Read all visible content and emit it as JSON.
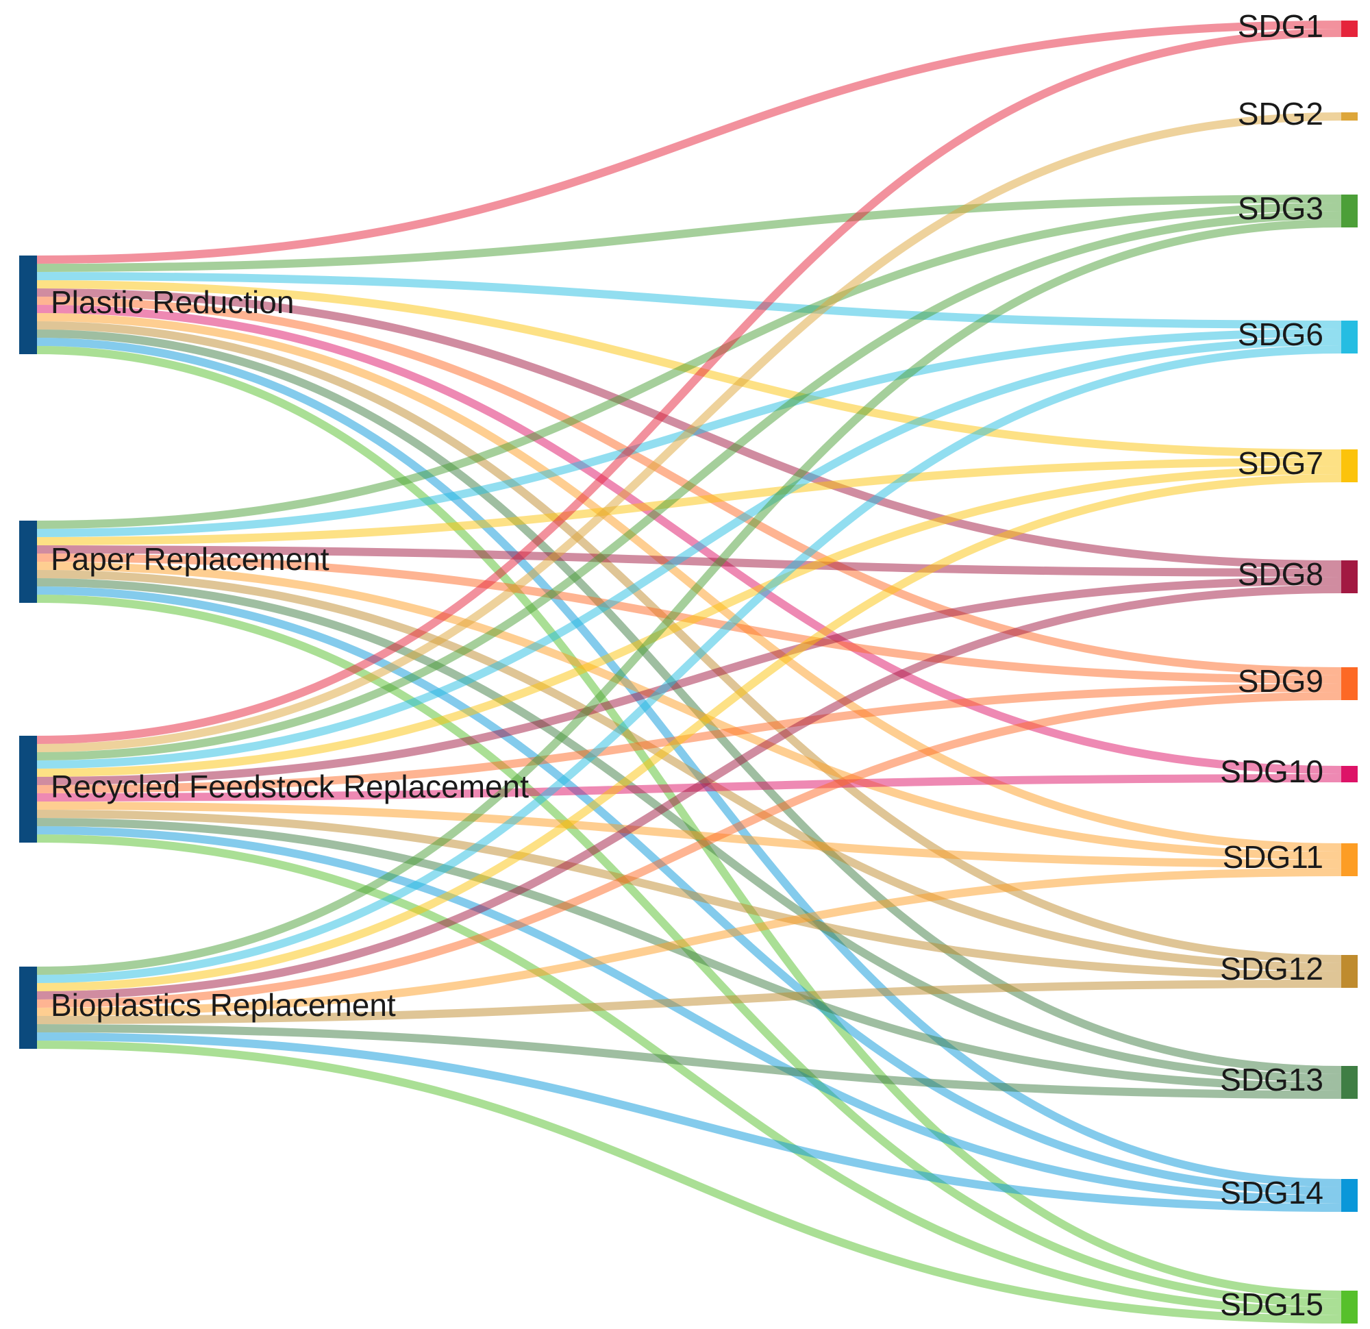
{
  "chart_data": {
    "type": "sankey",
    "sources": [
      {
        "id": "plastic",
        "label": "Plastic Reduction",
        "color": "#0b4a7d"
      },
      {
        "id": "paper",
        "label": "Paper Replacement",
        "color": "#0b4a7d"
      },
      {
        "id": "recycled",
        "label": "Recycled Feedstock Replacement",
        "color": "#0b4a7d"
      },
      {
        "id": "bioplastics",
        "label": "Bioplastics Replacement",
        "color": "#0b4a7d"
      }
    ],
    "targets": [
      {
        "id": "SDG1",
        "label": "SDG1",
        "color": "#e5243b"
      },
      {
        "id": "SDG2",
        "label": "SDG2",
        "color": "#dda63a"
      },
      {
        "id": "SDG3",
        "label": "SDG3",
        "color": "#4c9f38"
      },
      {
        "id": "SDG6",
        "label": "SDG6",
        "color": "#26bde2"
      },
      {
        "id": "SDG7",
        "label": "SDG7",
        "color": "#fcc30b"
      },
      {
        "id": "SDG8",
        "label": "SDG8",
        "color": "#a21942"
      },
      {
        "id": "SDG9",
        "label": "SDG9",
        "color": "#fd6925"
      },
      {
        "id": "SDG10",
        "label": "SDG10",
        "color": "#dd1367"
      },
      {
        "id": "SDG11",
        "label": "SDG11",
        "color": "#fd9d24"
      },
      {
        "id": "SDG12",
        "label": "SDG12",
        "color": "#bf8b2e"
      },
      {
        "id": "SDG13",
        "label": "SDG13",
        "color": "#3f7e44"
      },
      {
        "id": "SDG14",
        "label": "SDG14",
        "color": "#0a97d9"
      },
      {
        "id": "SDG15",
        "label": "SDG15",
        "color": "#56c02b"
      }
    ],
    "links": [
      {
        "source": "plastic",
        "target": "SDG1",
        "value": 1
      },
      {
        "source": "plastic",
        "target": "SDG3",
        "value": 1
      },
      {
        "source": "plastic",
        "target": "SDG6",
        "value": 1
      },
      {
        "source": "plastic",
        "target": "SDG7",
        "value": 1
      },
      {
        "source": "plastic",
        "target": "SDG8",
        "value": 1
      },
      {
        "source": "plastic",
        "target": "SDG9",
        "value": 1
      },
      {
        "source": "plastic",
        "target": "SDG10",
        "value": 1
      },
      {
        "source": "plastic",
        "target": "SDG11",
        "value": 1
      },
      {
        "source": "plastic",
        "target": "SDG12",
        "value": 1
      },
      {
        "source": "plastic",
        "target": "SDG13",
        "value": 1
      },
      {
        "source": "plastic",
        "target": "SDG14",
        "value": 1
      },
      {
        "source": "plastic",
        "target": "SDG15",
        "value": 1
      },
      {
        "source": "paper",
        "target": "SDG3",
        "value": 1
      },
      {
        "source": "paper",
        "target": "SDG6",
        "value": 1
      },
      {
        "source": "paper",
        "target": "SDG7",
        "value": 1
      },
      {
        "source": "paper",
        "target": "SDG8",
        "value": 1
      },
      {
        "source": "paper",
        "target": "SDG9",
        "value": 1
      },
      {
        "source": "paper",
        "target": "SDG11",
        "value": 1
      },
      {
        "source": "paper",
        "target": "SDG12",
        "value": 1
      },
      {
        "source": "paper",
        "target": "SDG13",
        "value": 1
      },
      {
        "source": "paper",
        "target": "SDG14",
        "value": 1
      },
      {
        "source": "paper",
        "target": "SDG15",
        "value": 1
      },
      {
        "source": "recycled",
        "target": "SDG1",
        "value": 1
      },
      {
        "source": "recycled",
        "target": "SDG2",
        "value": 1
      },
      {
        "source": "recycled",
        "target": "SDG3",
        "value": 1
      },
      {
        "source": "recycled",
        "target": "SDG6",
        "value": 1
      },
      {
        "source": "recycled",
        "target": "SDG7",
        "value": 1
      },
      {
        "source": "recycled",
        "target": "SDG8",
        "value": 1
      },
      {
        "source": "recycled",
        "target": "SDG9",
        "value": 1
      },
      {
        "source": "recycled",
        "target": "SDG10",
        "value": 1
      },
      {
        "source": "recycled",
        "target": "SDG11",
        "value": 1
      },
      {
        "source": "recycled",
        "target": "SDG12",
        "value": 1
      },
      {
        "source": "recycled",
        "target": "SDG13",
        "value": 1
      },
      {
        "source": "recycled",
        "target": "SDG14",
        "value": 1
      },
      {
        "source": "recycled",
        "target": "SDG15",
        "value": 1
      },
      {
        "source": "bioplastics",
        "target": "SDG3",
        "value": 1
      },
      {
        "source": "bioplastics",
        "target": "SDG6",
        "value": 1
      },
      {
        "source": "bioplastics",
        "target": "SDG7",
        "value": 1
      },
      {
        "source": "bioplastics",
        "target": "SDG8",
        "value": 1
      },
      {
        "source": "bioplastics",
        "target": "SDG9",
        "value": 1
      },
      {
        "source": "bioplastics",
        "target": "SDG11",
        "value": 1
      },
      {
        "source": "bioplastics",
        "target": "SDG12",
        "value": 1
      },
      {
        "source": "bioplastics",
        "target": "SDG13",
        "value": 1
      },
      {
        "source": "bioplastics",
        "target": "SDG14",
        "value": 1
      },
      {
        "source": "bioplastics",
        "target": "SDG15",
        "value": 1
      }
    ]
  }
}
